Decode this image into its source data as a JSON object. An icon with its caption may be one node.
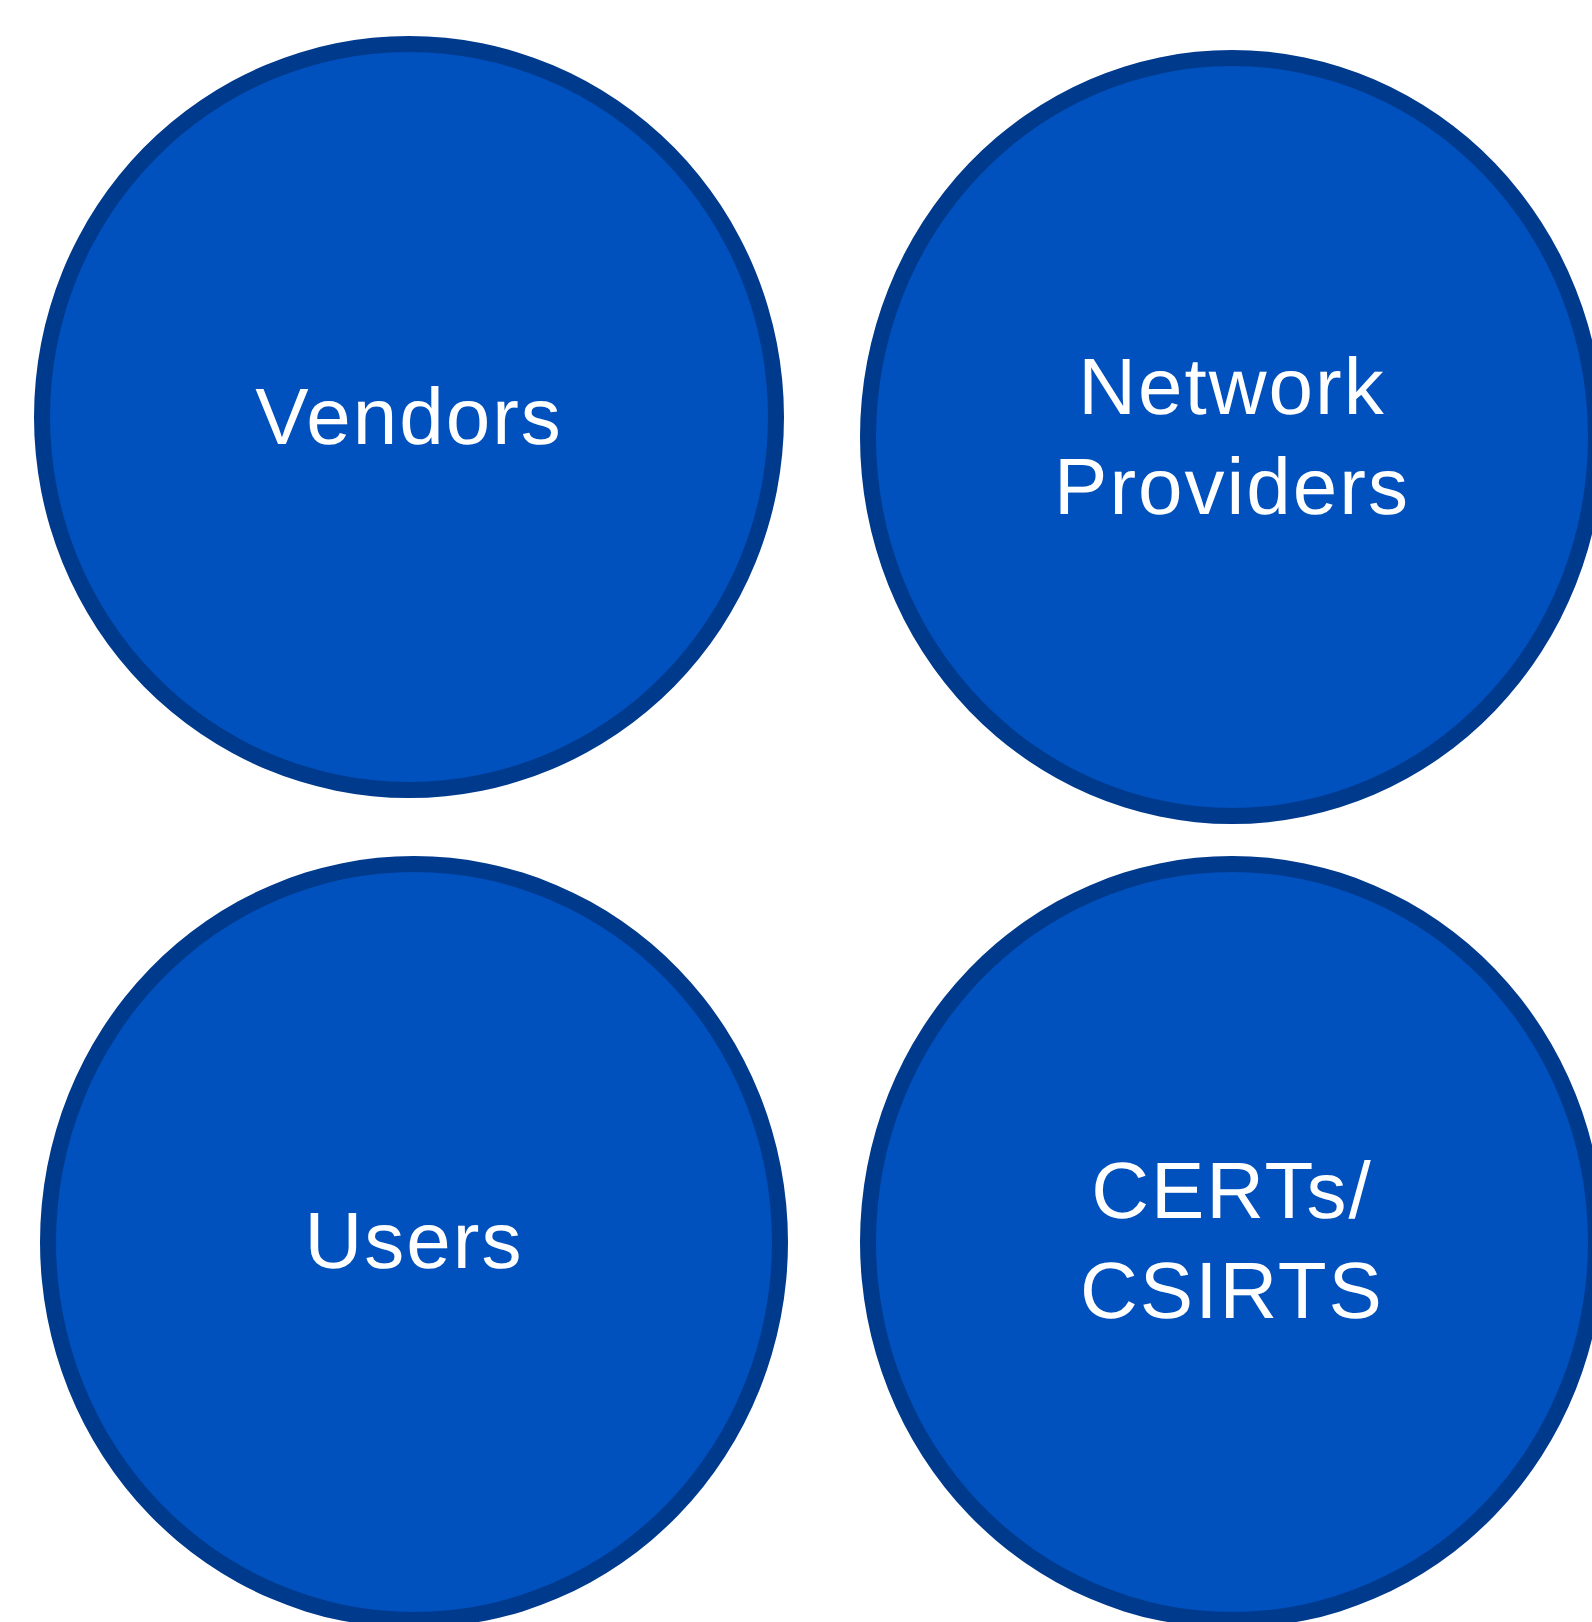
{
  "diagram": {
    "nodes": [
      {
        "text": [
          "Vendors"
        ]
      },
      {
        "text": [
          "Network Providers"
        ]
      },
      {
        "text": [
          "Users"
        ]
      },
      {
        "text": [
          "CERTs/ CSIRTS"
        ]
      }
    ]
  }
}
